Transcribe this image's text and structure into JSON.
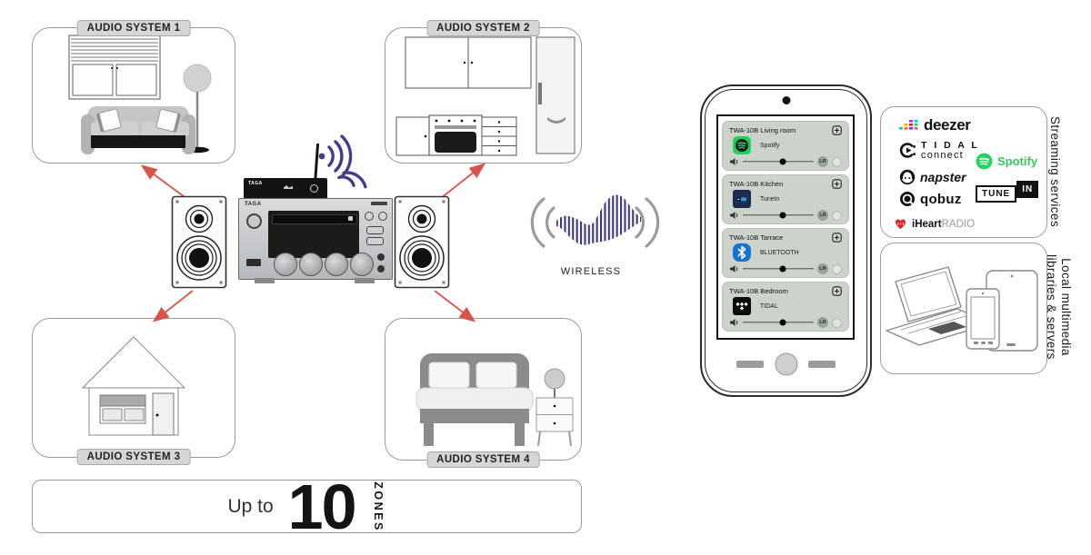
{
  "zones_diagram": {
    "systems": [
      {
        "label": "AUDIO SYSTEM 1",
        "room": "living-room"
      },
      {
        "label": "AUDIO SYSTEM 2",
        "room": "kitchen"
      },
      {
        "label": "AUDIO SYSTEM 3",
        "room": "house-exterior"
      },
      {
        "label": "AUDIO SYSTEM 4",
        "room": "bedroom"
      }
    ]
  },
  "center_system": {
    "amp_brand": "TAGA",
    "adapter_brand": "TAGA"
  },
  "wireless": {
    "label": "WIRELESS"
  },
  "phone_app": {
    "zones": [
      {
        "name": "TWA-10B Living room",
        "service": "Spotify",
        "volume_pct": 57,
        "balance": "LR"
      },
      {
        "name": "TWA-10B Kitchen",
        "service": "TuneIn",
        "volume_pct": 57,
        "balance": "LR"
      },
      {
        "name": "TWA-10B Tarrace",
        "service": "BLUETOOTH",
        "volume_pct": 57,
        "balance": "LR"
      },
      {
        "name": "TWA-10B Bedroom",
        "service": "TIDAL",
        "volume_pct": 57,
        "balance": "LR"
      }
    ]
  },
  "streaming_services": {
    "label": "Streaming services",
    "deezer": "deezer",
    "tidal_line1": "T I D A L",
    "tidal_line2": "connect",
    "spotify": "Spotify",
    "napster": "napster",
    "qobuz": "qobuz",
    "tunein_tune": "TUNE",
    "tunein_in": "IN",
    "iheart_bold": "iHeart",
    "iheart_gray": "RADIO"
  },
  "local_media": {
    "label_line1": "Local multimedia",
    "label_line2": "libraries & servers"
  },
  "zones_banner": {
    "prefix": "Up to",
    "count": "10",
    "unit": "ZONES"
  },
  "colors": {
    "arrow": "#d9534a",
    "wifi_purple": "#453c8e",
    "wave_navy": "#3a3781",
    "card_bg": "#ccd3cb",
    "spotify_green": "#1ed05f"
  }
}
